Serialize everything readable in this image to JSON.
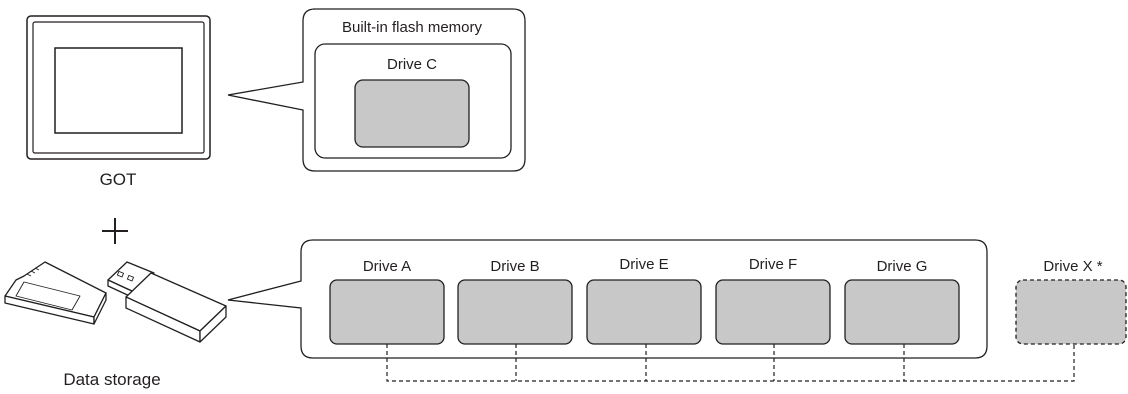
{
  "got": {
    "label": "GOT"
  },
  "builtin": {
    "title": "Built-in flash memory",
    "drive": "Drive C"
  },
  "plus": "+",
  "storage": {
    "label": "Data storage",
    "drives": [
      "Drive A",
      "Drive B",
      "Drive E",
      "Drive F",
      "Drive G"
    ]
  },
  "extra_drive": {
    "label": "Drive X *"
  },
  "colors": {
    "stroke": "#231f20",
    "drive_fill": "#c8c8c8",
    "background": "#ffffff"
  },
  "icons": [
    "got-screen-icon",
    "sd-card-icon",
    "usb-drive-icon"
  ]
}
